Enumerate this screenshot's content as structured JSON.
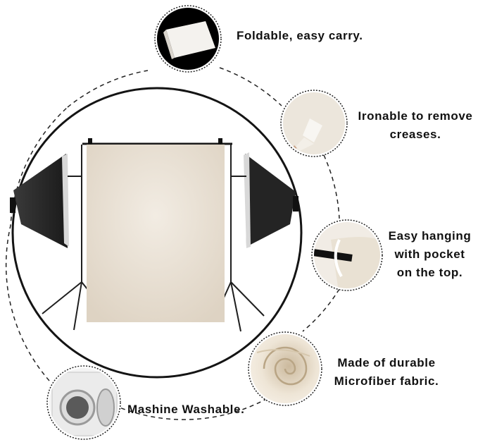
{
  "features": {
    "foldable": {
      "lines": [
        "Foldable, easy carry."
      ]
    },
    "ironable": {
      "lines": [
        "Ironable to remove",
        "creases."
      ]
    },
    "hanging": {
      "lines": [
        "Easy hanging",
        "with pocket",
        "on the top."
      ]
    },
    "durable": {
      "lines": [
        "Made of durable",
        "Microfiber fabric."
      ]
    },
    "washable": {
      "lines": [
        "Mashine Washable."
      ]
    }
  },
  "colors": {
    "backdrop": "#e6ddd0",
    "backdrop_light": "#f0e9df",
    "softbox": "#2a2a2a",
    "stand": "#1e1e1e",
    "outline": "#1a1a1a",
    "fabric": "#ece3d4"
  }
}
